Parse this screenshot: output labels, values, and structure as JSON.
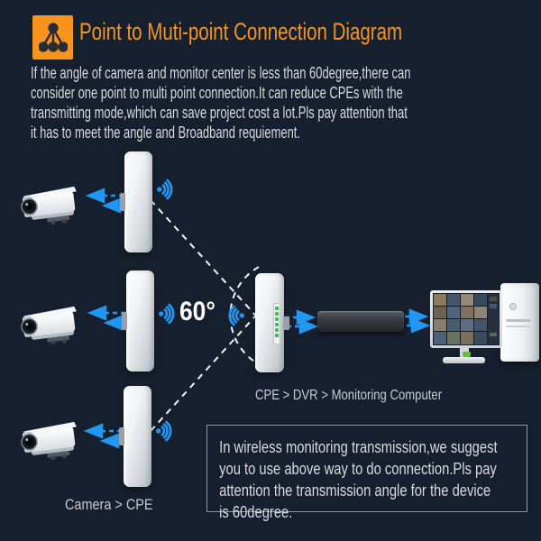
{
  "header": {
    "icon": "point-to-multipoint-icon",
    "title": "Point to Muti-point Connection Diagram"
  },
  "intro": {
    "lines": [
      "If the angle of camera and monitor center is less than 60degree,there can",
      "consider one point to multi point connection.It can reduce CPEs with the",
      "transmitting mode,which can save project cost a lot.Pls pay attention that",
      "it has to meet the angle and Broadband requiement."
    ]
  },
  "diagram": {
    "angle_label": "60°",
    "chain_label": "CPE > DVR > Monitoring Computer",
    "camera_label": "Camera > CPE",
    "icons": [
      "camera-icon",
      "cpe-device",
      "wifi-signal-icon",
      "dvr-device",
      "cctv-monitor",
      "pc-tower"
    ]
  },
  "note": {
    "lines": [
      "In wireless monitoring transmission,we suggest",
      "you to use above way to do connection.Pls pay",
      "attention the transmission angle for the device",
      "is 60degree."
    ]
  },
  "colors": {
    "background": "#161f2d",
    "accent_orange": "#f7941e",
    "body_text": "#d7dade",
    "wifi_blue": "#2196f3",
    "connector_white": "#ffffff",
    "led_green": "#3ac24e",
    "note_border": "#8f97a3"
  }
}
